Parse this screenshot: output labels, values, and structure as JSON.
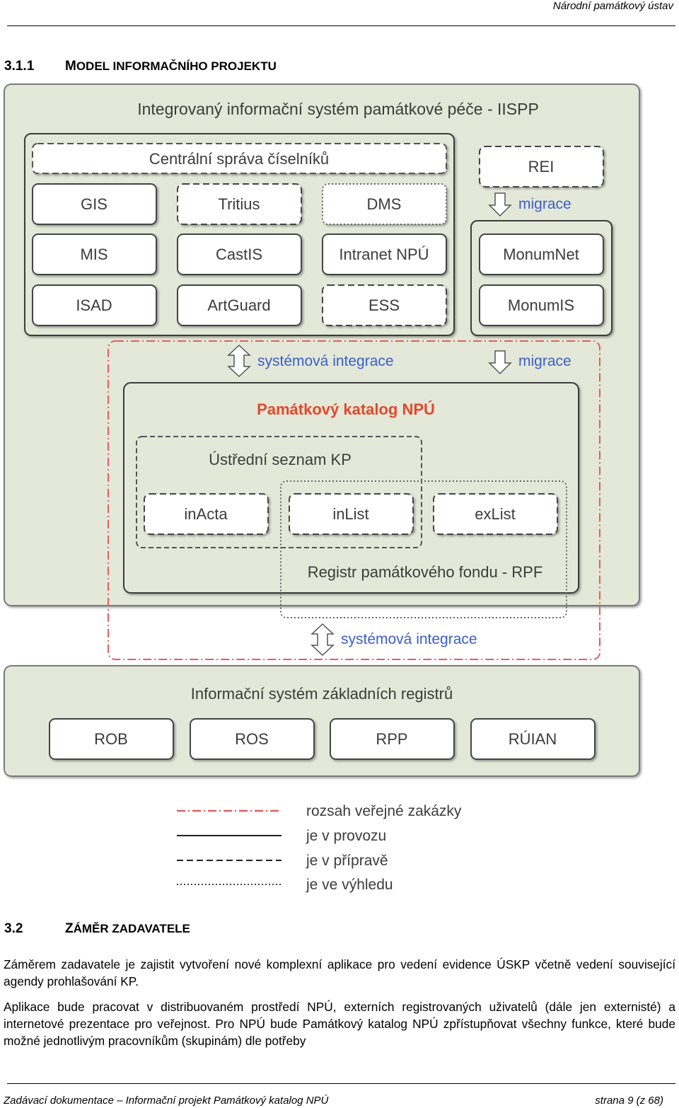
{
  "header": {
    "org": "Národní památkový ústav"
  },
  "section_311": {
    "number": "3.1.1",
    "title_first": "M",
    "title_rest": "ODEL INFORMAČNÍHO PROJEKTU"
  },
  "diagram": {
    "outer_title": "Integrovaný informační systém památkové péče - IISPP",
    "codelist_title": "Centrální správa číselníků",
    "systems": {
      "gis": "GIS",
      "tritius": "Tritius",
      "dms": "DMS",
      "mis": "MIS",
      "castis": "CastIS",
      "intranet": "Intranet NPÚ",
      "isad": "ISAD",
      "artguard": "ArtGuard",
      "ess": "ESS",
      "rei": "REI",
      "monumnet": "MonumNet",
      "monumis": "MonumIS"
    },
    "migrace_label": "migrace",
    "integration_label": "systémová integrace",
    "catalog_title": "Památkový katalog NPÚ",
    "central_list_title": "Ústřední seznam KP",
    "modules": {
      "inacta": "inActa",
      "inlist": "inList",
      "exlist": "exList"
    },
    "register_title": "Registr památkového fondu - RPF",
    "base_registers_title": "Informační systém základních registrů",
    "registers": {
      "rob": "ROB",
      "ros": "ROS",
      "rpp": "RPP",
      "ruian": "RÚIAN"
    },
    "legend": {
      "public_contract": "rozsah veřejné zakázky",
      "in_operation": "je v provozu",
      "in_preparation": "je v přípravě",
      "planned": "je ve výhledu"
    },
    "colors": {
      "panel": "#e4e8d8",
      "panel_border": "#7a7a7a",
      "box": "#ffffff",
      "accent": "#e04a2c",
      "blue": "#3a5fc8",
      "red_dash": "#e06060"
    }
  },
  "section_32": {
    "number": "3.2",
    "title_first": "Z",
    "title_rest": "ÁMĚR ZADAVATELE"
  },
  "paragraphs": {
    "p1": "Záměrem zadavatele je zajistit vytvoření nové komplexní aplikace pro vedení evidence ÚSKP včetně vedení související agendy prohlašování KP.",
    "p2": "Aplikace bude pracovat v distribuovaném prostředí NPÚ, externích registrovaných uživatelů (dále jen externisté) a internetové prezentace pro veřejnost. Pro NPÚ bude Památkový katalog NPÚ zpřístupňovat všechny funkce, které bude možné jednotlivým pracovníkům (skupinám) dle potřeby"
  },
  "footer": {
    "left": "Zadávací dokumentace – Informační projekt Památkový katalog NPÚ",
    "right": "strana 9 (z 68)"
  }
}
